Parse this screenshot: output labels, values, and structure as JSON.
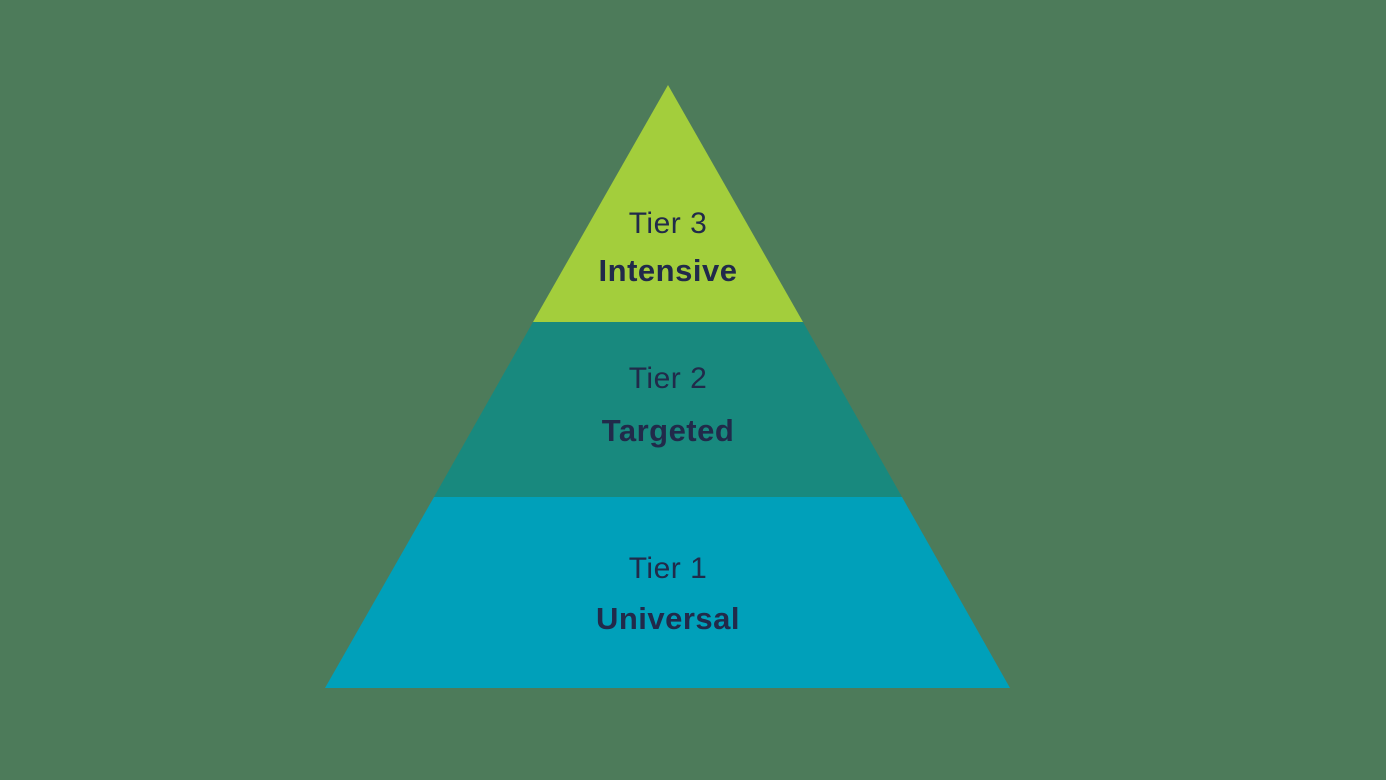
{
  "diagram": {
    "type": "pyramid",
    "background_color": "#4d7b5a",
    "text_color": "#212a4a",
    "tiers": [
      {
        "tier": "Tier 3",
        "label": "Intensive",
        "color": "#a3ce3c"
      },
      {
        "tier": "Tier 2",
        "label": "Targeted",
        "color": "#18897e"
      },
      {
        "tier": "Tier 1",
        "label": "Universal",
        "color": "#00a0ba"
      }
    ]
  }
}
